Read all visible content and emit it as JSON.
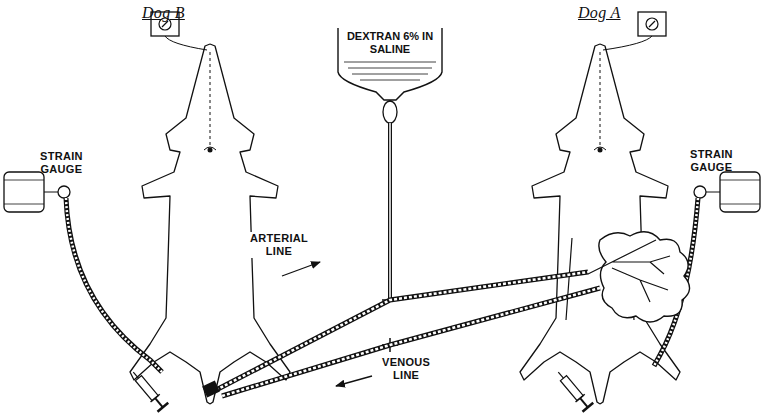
{
  "diagram": {
    "nodes": [
      {
        "text": [
          "DEXTRAN 6% IN SALINE"
        ]
      }
    ],
    "labels": [
      "Dog B",
      "Dog A",
      "STRAIN GAUGE",
      "STRAIN GAUGE",
      "ARTERIAL LINE",
      "VENOUS LINE"
    ]
  }
}
